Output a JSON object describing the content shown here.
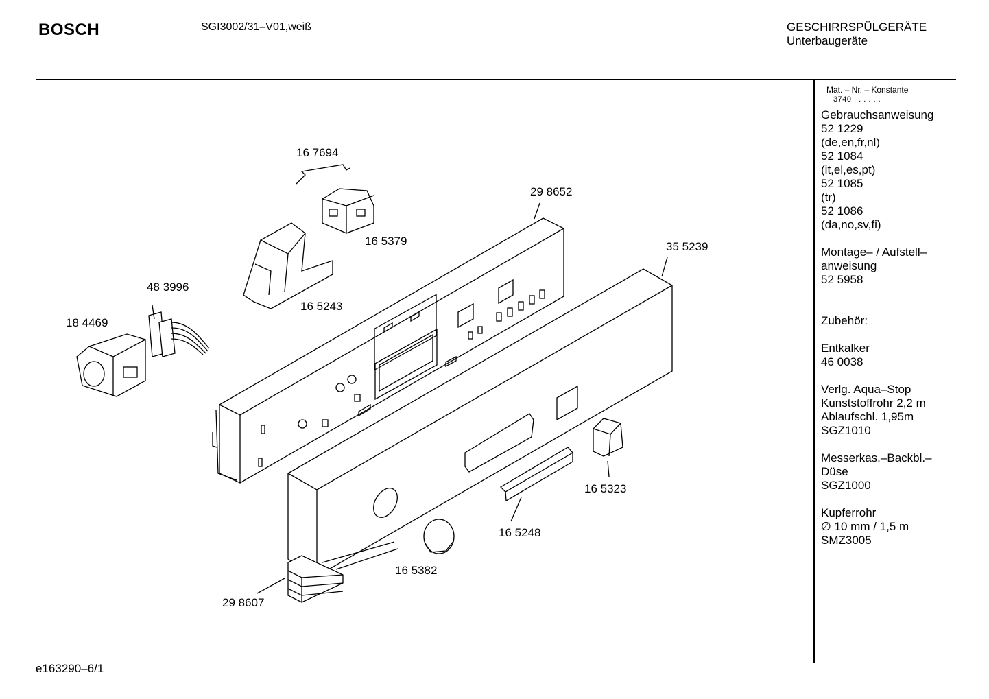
{
  "header": {
    "brand": "BOSCH",
    "model": "SGI3002/31–V01,weiß",
    "category_line1": "GESCHIRRSPÜLGERÄTE",
    "category_line2": "Unterbaugeräte"
  },
  "sidebar": {
    "mat_header": "Mat. – Nr. – Konstante",
    "mat_value": "3740 . .  . . . .",
    "manuals_title": "Gebrauchsanweisung",
    "manuals": [
      {
        "number": "52 1229",
        "langs": "(de,en,fr,nl)"
      },
      {
        "number": "52 1084",
        "langs": "(it,el,es,pt)"
      },
      {
        "number": "52 1085",
        "langs": "(tr)"
      },
      {
        "number": "52 1086",
        "langs": "(da,no,sv,fi)"
      }
    ],
    "install_title_1": "Montage– / Aufstell–",
    "install_title_2": "anweisung",
    "install_number": "52 5958",
    "accessories_title": "Zubehör:",
    "accessories": [
      {
        "lines": [
          "Entkalker",
          "46 0038"
        ]
      },
      {
        "lines": [
          "Verlg. Aqua–Stop",
          "Kunststoffrohr 2,2 m",
          "Ablaufschl. 1,95m",
          "SGZ1010"
        ]
      },
      {
        "lines": [
          "Messerkas.–Backbl.–",
          "Düse",
          "SGZ1000"
        ]
      },
      {
        "lines": [
          "Kupferrohr",
          "∅ 10 mm / 1,5 m",
          "SMZ3005"
        ]
      }
    ]
  },
  "parts": {
    "p167694": "16 7694",
    "p298652": "29 8652",
    "p165379": "16 5379",
    "p355239": "35 5239",
    "p483996": "48 3996",
    "p184469": "18 4469",
    "p165243": "16 5243",
    "p165323": "16 5323",
    "p165248": "16 5248",
    "p165382": "16 5382",
    "p298607": "29 8607"
  },
  "footer": {
    "drawing_id": "e163290–6/1"
  }
}
